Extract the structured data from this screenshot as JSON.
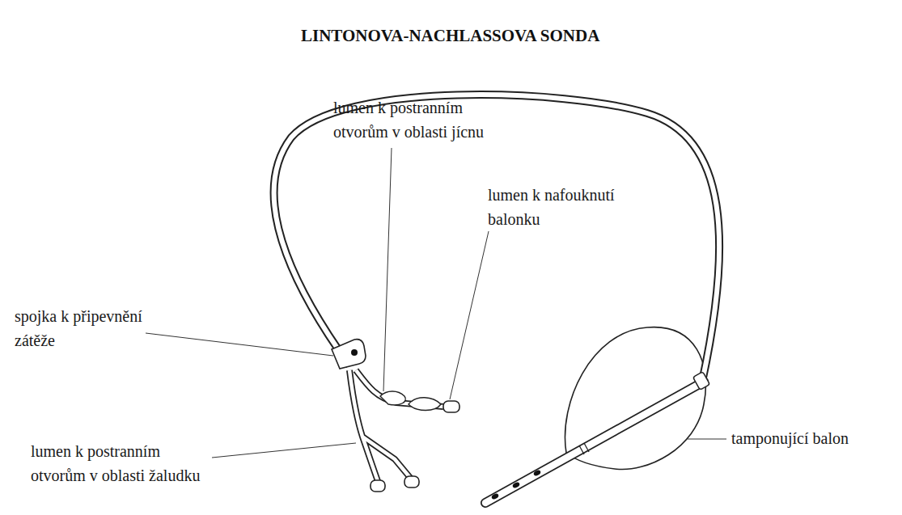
{
  "diagram": {
    "title": "LINTONOVA-NACHLASSOVA SONDA",
    "labels": [
      "lumen k postranním otvorům v oblasti jícnu",
      "lumen k nafouknutí balonku",
      "spojka k připevnění zátěže",
      "lumen k postranním otvorům v oblasti žaludku",
      "tamponující balon"
    ]
  }
}
